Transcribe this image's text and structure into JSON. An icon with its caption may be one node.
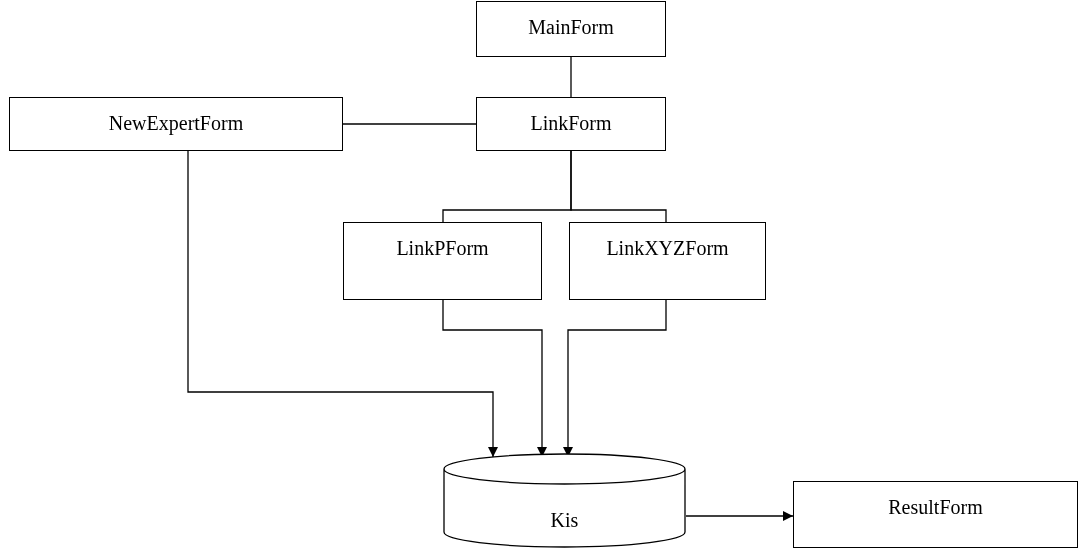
{
  "diagram": {
    "nodes": [
      {
        "text": [
          "MainForm"
        ]
      },
      {
        "text": [
          "NewExpertForm"
        ]
      },
      {
        "text": [
          "LinkForm"
        ]
      },
      {
        "text": [
          "LinkPForm"
        ]
      },
      {
        "text": [
          "LinkXYZForm"
        ]
      },
      {
        "text": [
          "Kis"
        ]
      },
      {
        "text": [
          "ResultForm"
        ]
      }
    ],
    "edges": [
      {
        "from": 0,
        "to": 2,
        "arrow": "none"
      },
      {
        "from": 1,
        "to": 2,
        "arrow": "none"
      },
      {
        "from": 2,
        "to": 3,
        "arrow": "none"
      },
      {
        "from": 2,
        "to": 4,
        "arrow": "none"
      },
      {
        "from": 1,
        "to": 5,
        "arrow": "to"
      },
      {
        "from": 3,
        "to": 5,
        "arrow": "to"
      },
      {
        "from": 4,
        "to": 5,
        "arrow": "to"
      },
      {
        "from": 5,
        "to": 6,
        "arrow": "to"
      }
    ]
  }
}
